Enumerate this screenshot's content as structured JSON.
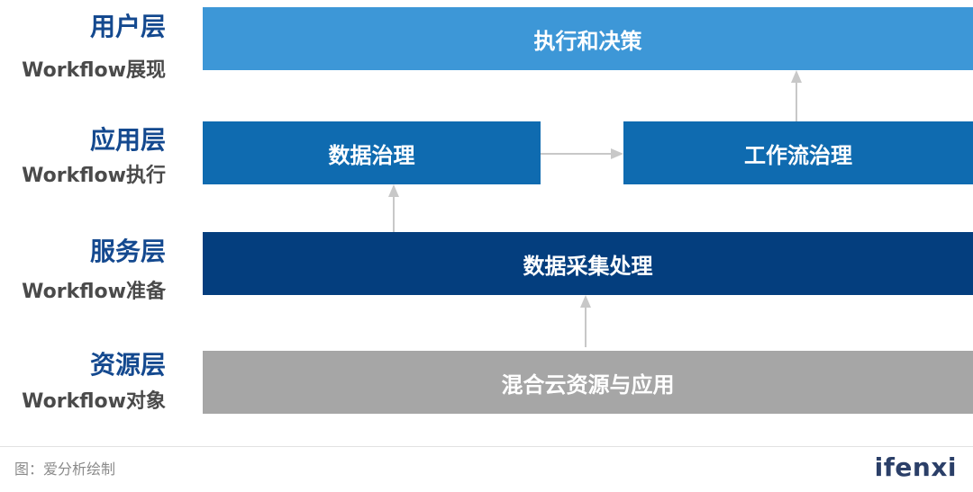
{
  "layers": [
    {
      "title": "用户层",
      "subtitle": "Workflow展现"
    },
    {
      "title": "应用层",
      "subtitle": "Workflow执行"
    },
    {
      "title": "服务层",
      "subtitle": "Workflow准备"
    },
    {
      "title": "资源层",
      "subtitle": "Workflow对象"
    }
  ],
  "boxes": {
    "user": "执行和决策",
    "data_governance": "数据治理",
    "workflow_governance": "工作流治理",
    "service": "数据采集处理",
    "resource": "混合云资源与应用"
  },
  "colors": {
    "user_box": "#3d97d7",
    "app_box": "#0f6bb0",
    "service_box": "#043e7e",
    "resource_box": "#a6a6a6",
    "arrow": "#c8c8c8",
    "layer_title": "#14498f"
  },
  "footer": {
    "source": "图：爱分析绘制",
    "brand": "ifenxi"
  }
}
